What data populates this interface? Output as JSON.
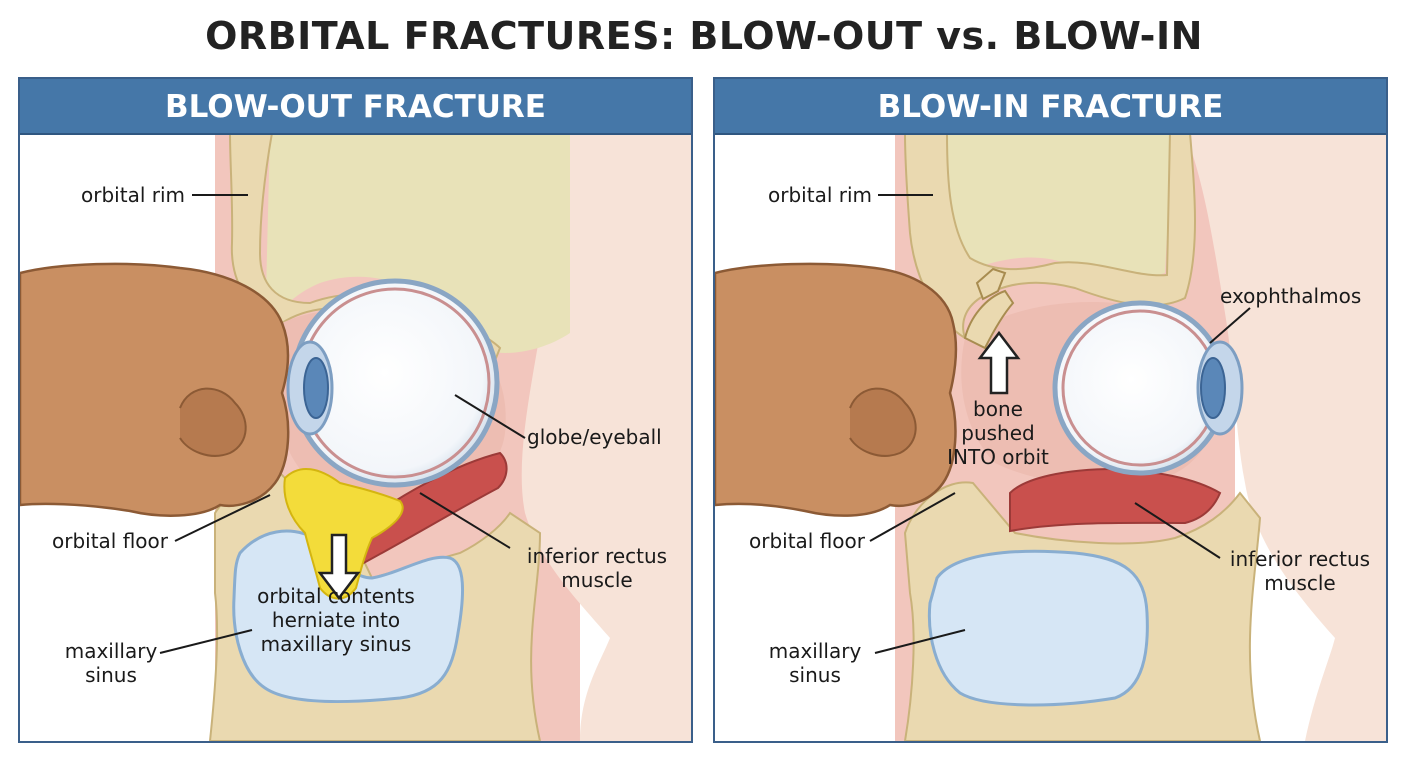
{
  "title": "ORBITAL FRACTURES: BLOW-OUT vs. BLOW-IN",
  "colors": {
    "header_blue": "#4577a8",
    "bone": "#ead9b0",
    "bone_edge": "#c9b27a",
    "soft_tissue": "#f2c6bd",
    "skin": "#f7e3d8",
    "sinus": "#d6e6f5",
    "herniated_fat": "#f3dc3a",
    "muscle": "#c9504d",
    "fist": "#c98f62"
  },
  "panels": {
    "blowout": {
      "header": "BLOW-OUT FRACTURE",
      "labels": {
        "orbital_rim": "orbital rim",
        "globe": "globe/eyeball",
        "orbital_floor": "orbital floor",
        "inferior_rectus_1": "inferior rectus",
        "inferior_rectus_2": "muscle",
        "herniation_1": "orbital contents",
        "herniation_2": "herniate into",
        "herniation_3": "maxillary sinus",
        "maxillary_1": "maxillary",
        "maxillary_2": "sinus"
      }
    },
    "blowin": {
      "header": "BLOW-IN FRACTURE",
      "labels": {
        "orbital_rim": "orbital rim",
        "exophthalmos": "exophthalmos",
        "bone_pushed_1": "bone",
        "bone_pushed_2": "pushed",
        "bone_pushed_3": "INTO orbit",
        "orbital_floor": "orbital floor",
        "inferior_rectus_1": "inferior rectus",
        "inferior_rectus_2": "muscle",
        "maxillary_1": "maxillary",
        "maxillary_2": "sinus"
      }
    }
  }
}
